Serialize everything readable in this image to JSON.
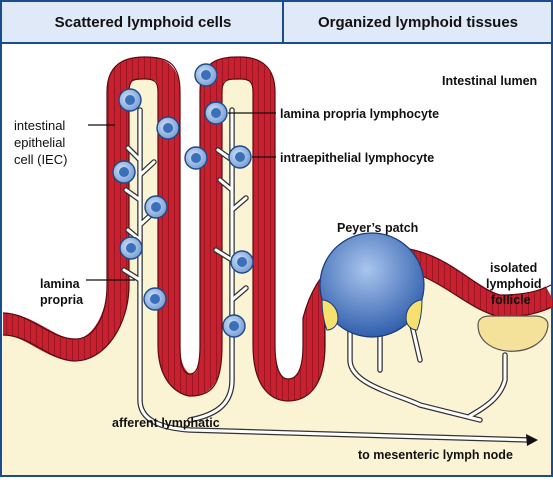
{
  "header": {
    "left_title": "Scattered lymphoid cells",
    "right_title": "Organized lymphoid tissues"
  },
  "labels": {
    "intestinal_lumen": "Intestinal lumen",
    "iec_line1": "intestinal",
    "iec_line2": "epithelial",
    "iec_line3": "cell (IEC)",
    "lamina_propria_line1": "lamina",
    "lamina_propria_line2": "propria",
    "lamina_propria_lymphocyte": "lamina propria lymphocyte",
    "intraepithelial_lymphocyte": "intraepithelial lymphocyte",
    "peyers_patch": "Peyer’s patch",
    "isolated_line1": "isolated",
    "isolated_line2": "lymphoid",
    "isolated_line3": "follicle",
    "afferent_lymphatic": "afferent lymphatic",
    "to_mesenteric": "to mesenteric lymph node"
  },
  "colors": {
    "header_bg": "#dfe9f7",
    "border": "#1a4d8c",
    "lumen": "#ffffff",
    "tissue": "#fbf4d4",
    "epithelium": "#c8202f",
    "epithelium_dark": "#7a0f18",
    "lymphocyte_fill": "#8fb2e0",
    "lymphocyte_core": "#1f5aa6",
    "follicle_blue": "#2f63b8",
    "follicle_yellow": "#f6e170",
    "isolated_follicle": "#f4e19a"
  }
}
